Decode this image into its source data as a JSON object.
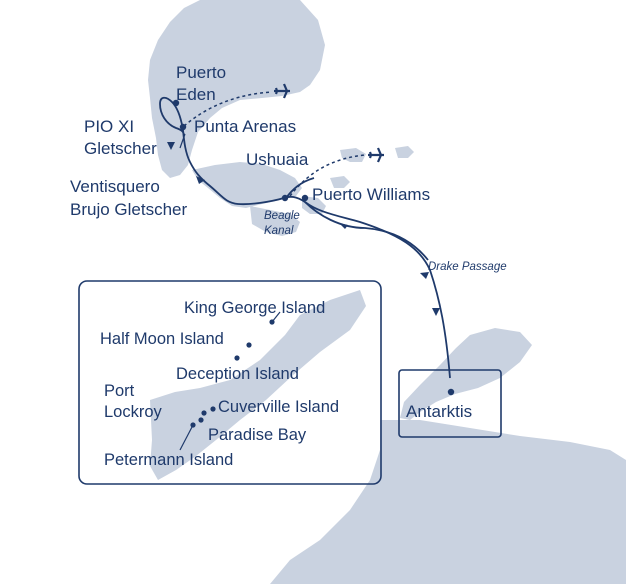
{
  "colors": {
    "land": "#c9d2e0",
    "route": "#1f3a6b",
    "label": "#1f3a6b",
    "background": "#ffffff"
  },
  "labels": {
    "puerto_eden": [
      "Puerto",
      "Eden"
    ],
    "pio_xi": [
      "PIO XI",
      "Gletscher"
    ],
    "punta_arenas": "Punta Arenas",
    "ventisquero": [
      "Ventisquero",
      "Brujo Gletscher"
    ],
    "ushuaia": "Ushuaia",
    "puerto_williams": "Puerto Williams",
    "beagle_kanal": [
      "Beagle",
      "Kanal"
    ],
    "drake_passage": "Drake Passage",
    "antarktis": "Antarktis",
    "inset": {
      "king_george": "King George Island",
      "half_moon": "Half Moon Island",
      "deception": "Deception Island",
      "port_lockroy": [
        "Port",
        "Lockroy"
      ],
      "cuverville": "Cuverville Island",
      "paradise_bay": "Paradise Bay",
      "petermann": "Petermann Island"
    }
  },
  "icons": [
    "airplane-icon",
    "airplane-icon"
  ]
}
